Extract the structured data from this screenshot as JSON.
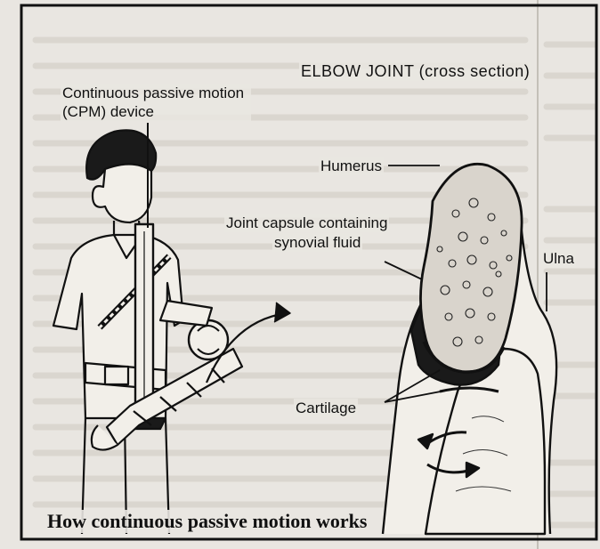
{
  "figure": {
    "title": "ELBOW JOINT (cross section)",
    "caption": "How continuous passive motion works",
    "labels": {
      "cpm": "Continuous passive motion (CPM) device",
      "humerus": "Humerus",
      "capsule_line1": "Joint capsule containing",
      "capsule_line2": "synovial fluid",
      "ulna": "Ulna",
      "cartilage": "Cartilage"
    }
  },
  "colors": {
    "paper": "#e9e6e1",
    "ink": "#111111",
    "bleed_text": "#b9b5ae"
  }
}
